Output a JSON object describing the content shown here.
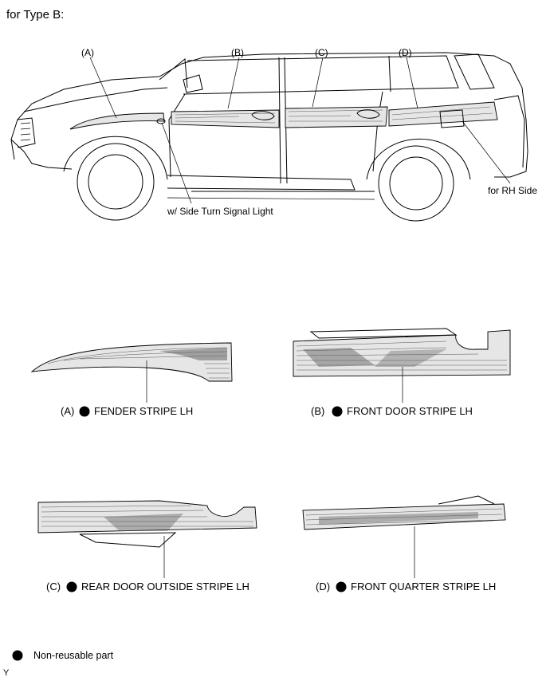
{
  "title": "for Type B:",
  "callouts": {
    "a": "(A)",
    "b": "(B)",
    "c": "(C)",
    "d": "(D)",
    "turn_signal": "w/ Side Turn Signal Light",
    "rh_side": "for RH Side"
  },
  "parts": [
    {
      "letter": "(A)",
      "name": "FENDER STRIPE LH"
    },
    {
      "letter": "(B)",
      "name": "FRONT DOOR STRIPE LH"
    },
    {
      "letter": "(C)",
      "name": "REAR DOOR OUTSIDE STRIPE LH"
    },
    {
      "letter": "(D)",
      "name": "FRONT QUARTER STRIPE LH"
    }
  ],
  "legend": {
    "text": "Non-reusable part"
  },
  "corner_code": "Y"
}
